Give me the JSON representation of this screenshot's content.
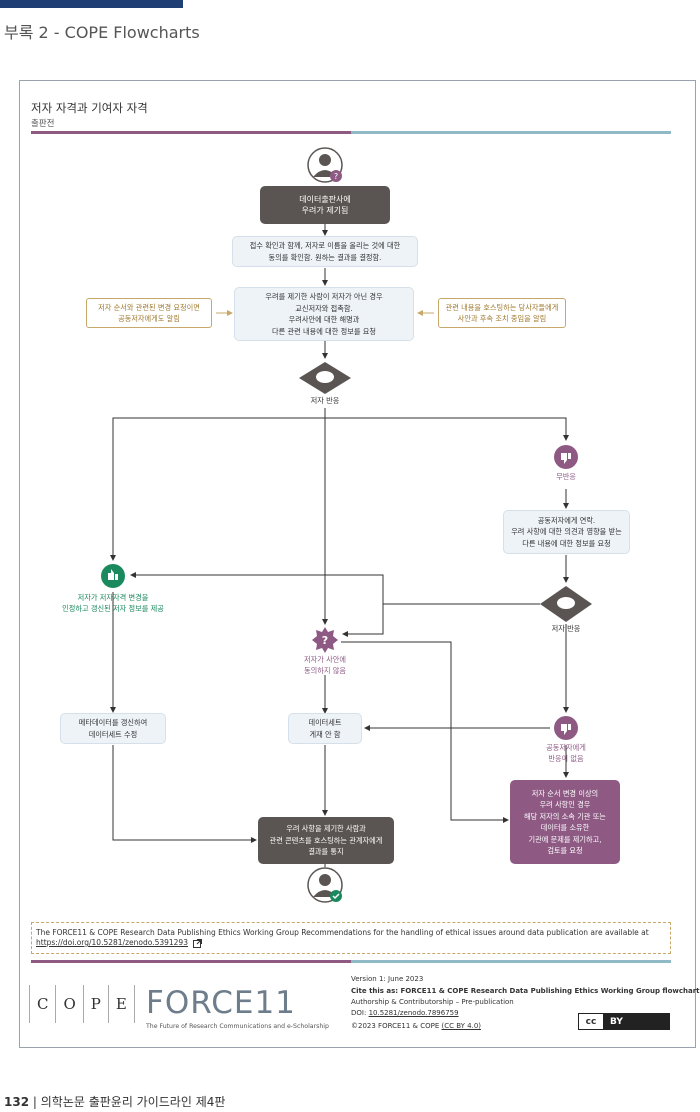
{
  "header": {
    "title": "부록 2 - COPE Flowcharts"
  },
  "chart": {
    "title": "저자 자격과 기여자 자격",
    "subtitle": "출판전"
  },
  "nodes": {
    "start": "데이터출판사에\n우려가 제기됨",
    "confirm": "접수 확인과 함께, 저자로 이름을 올리는 것에 대한\n동의를 확인함. 원하는 결과를 결정함.",
    "contact": "우려를 제기한 사람이 저자가 아닌 경우\n교신저자와 접촉함.\n우려사안에 대한 해명과\n다른 관련 내용에 대한 정보를 요청",
    "left_note": "저자 순서와 관련된 변경 요청이면\n공동저자에게도 알림",
    "right_note": "관련 내용을 호스팅하는 당사자들에게\n사안과 후속 조치 중임을 알림",
    "author_response1": "저자 반응",
    "no_response": "무반응",
    "coauthor_contact": "공동저자에게 연락.\n우려 사항에 대한 의견과 영향을 받는\n다른 내용에 대한 정보를 요청",
    "author_response2": "저자 반응",
    "accept": "저자가 저자자격 변경을\n인정하고 갱신된 저자 정보를 제공",
    "disagree": "저자가 사안에\n동의하지 않음",
    "metadata": "메타데이터를 갱신하여\n데이터세트 수정",
    "dataset_hold": "데이터세트\n게재 안 함",
    "coauthor_no": "공동저자에게\n반응이 없음",
    "institution": "저자 순서 변경 이상의\n우려 사항인 경우\n해당 저자의 소속 기관 또는\n데이터를 소유한\n기관에 문제를 제기하고,\n검토를 요청",
    "notify": "우려 사항을 제기한 사람과\n관련 콘텐츠를 호스팅하는 관계자에게\n결과를 통지"
  },
  "reference": {
    "text": "The FORCE11 & COPE Research Data Publishing Ethics Working Group Recommendations for the handling of ethical issues around data publication are available at",
    "url": "https://doi.org/10.5281/zenodo.5391293"
  },
  "footer": {
    "version": "Version 1: June 2023",
    "cite": "Cite this as: FORCE11 & COPE Research Data Publishing Ethics Working Group flowchart:",
    "cite2": "Authorship & Contributorship – Pre-publication",
    "doi_label": "DOI: ",
    "doi": "10.5281/zenodo.7896759",
    "copyright": "©2023 FORCE11 & COPE ",
    "license": "(CC BY 4.0)",
    "cope_letters": [
      "C",
      "O",
      "P",
      "E"
    ],
    "force_logo": "FORCE11",
    "force_tagline": "The Future of Research Communications and e-Scholarship",
    "cc_badge": [
      "cc",
      "BY"
    ]
  },
  "page_footer": {
    "number": "132",
    "text": " | 의학논문 출판윤리 가이드라인 제4판"
  },
  "colors": {
    "dark": "#5a5552",
    "purple": "#8e5a84",
    "green": "#1a8a5e",
    "gold": "#c7a86a",
    "light": "#eef3f7",
    "teal": "#8fb9c4"
  },
  "icons": [
    "person-question-icon",
    "speech-diamond-icon",
    "thumbs-down-icon",
    "thumbs-up-icon",
    "question-badge-icon",
    "person-check-icon",
    "external-link-icon"
  ]
}
